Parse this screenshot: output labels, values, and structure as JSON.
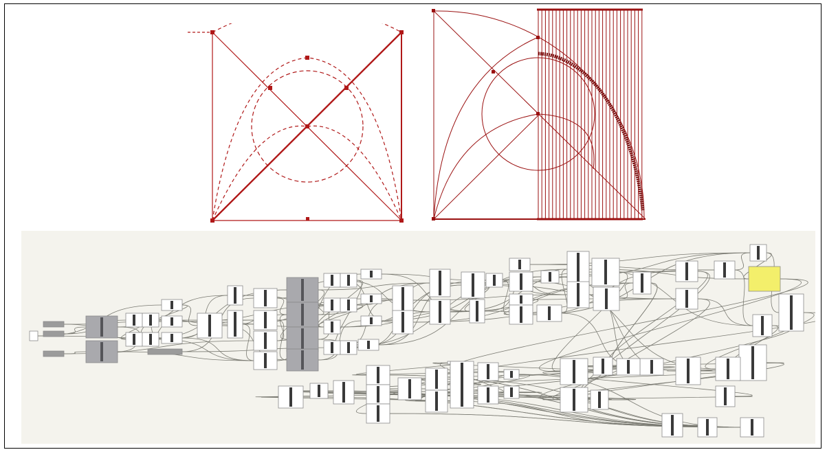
{
  "document": {
    "figure": {
      "top_left_diagram": {
        "kind": "geometric construction",
        "color": "#b01818"
      },
      "top_right_diagram": {
        "kind": "arc with vertical division lines",
        "color": "#9a1010"
      },
      "bottom_canvas": {
        "kind": "node graph",
        "background": "#f4f3ed",
        "node_color": "#ffffff",
        "node_border": "#8a8a8a",
        "highlighted_node_color": "#f3ef6b"
      }
    }
  }
}
